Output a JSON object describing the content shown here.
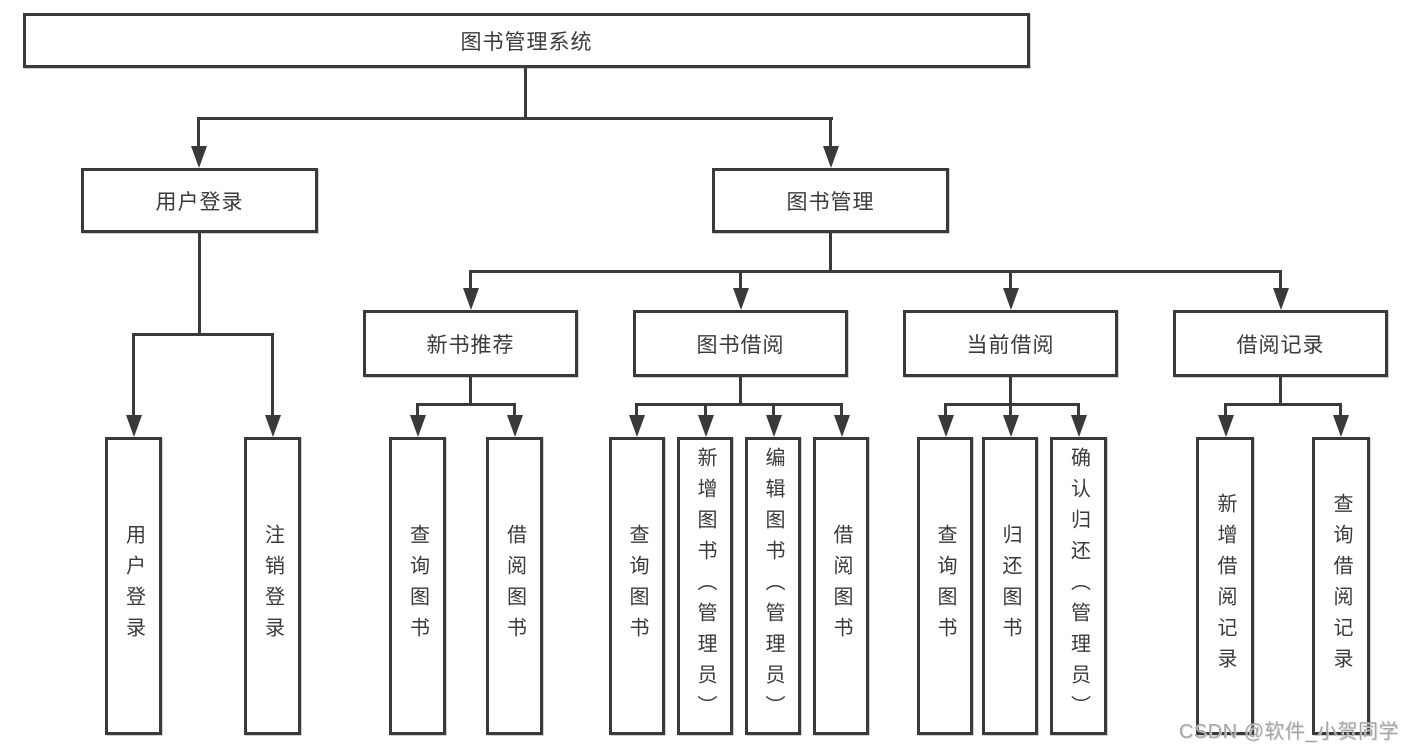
{
  "diagram": {
    "root": {
      "label": "图书管理系统"
    },
    "level1": [
      {
        "label": "用户登录"
      },
      {
        "label": "图书管理"
      }
    ],
    "level2": [
      {
        "label": "新书推荐"
      },
      {
        "label": "图书借阅"
      },
      {
        "label": "当前借阅"
      },
      {
        "label": "借阅记录"
      }
    ],
    "leaves": [
      {
        "label": "用户登录"
      },
      {
        "label": "注销登录"
      },
      {
        "label": "查询图书"
      },
      {
        "label": "借阅图书"
      },
      {
        "label": "查询图书"
      },
      {
        "label": "新增图书（管理员）"
      },
      {
        "label": "编辑图书（管理员）"
      },
      {
        "label": "借阅图书"
      },
      {
        "label": "查询图书"
      },
      {
        "label": "归还图书"
      },
      {
        "label": "确认归还（管理员）"
      },
      {
        "label": "新增借阅记录"
      },
      {
        "label": "查询借阅记录"
      }
    ]
  },
  "colors": {
    "line": "#3a3a3a",
    "text": "#3a3a3a",
    "background": "#ffffff",
    "watermark": "#a6a6a6"
  },
  "watermark": {
    "text": "CSDN @软件_小贺同学"
  }
}
